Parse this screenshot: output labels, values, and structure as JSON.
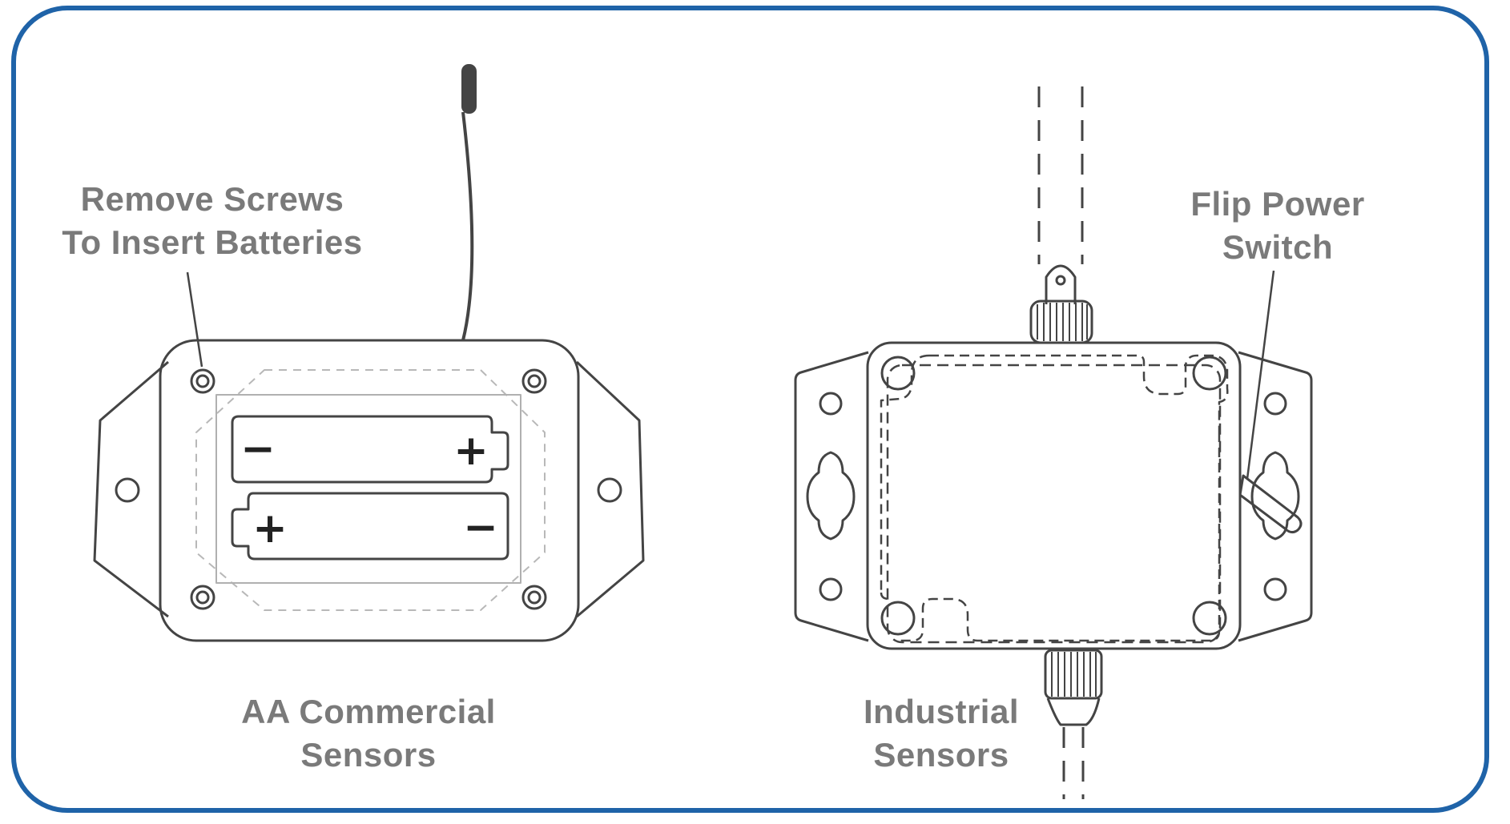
{
  "colors": {
    "frame": "#1f63a8",
    "line": "#444444",
    "dashed": "#b8b8b8",
    "label": "#7a7a7a"
  },
  "left_device": {
    "callout": {
      "line1": "Remove Screws",
      "line2": "To Insert Batteries"
    },
    "caption": {
      "line1": "AA Commercial",
      "line2": "Sensors"
    },
    "battery_top": {
      "left_sign": "−",
      "right_sign": "+"
    },
    "battery_bottom": {
      "left_sign": "+",
      "right_sign": "−"
    }
  },
  "right_device": {
    "callout": {
      "line1": "Flip Power",
      "line2": "Switch"
    },
    "caption": {
      "line1": "Industrial",
      "line2": "Sensors"
    }
  }
}
